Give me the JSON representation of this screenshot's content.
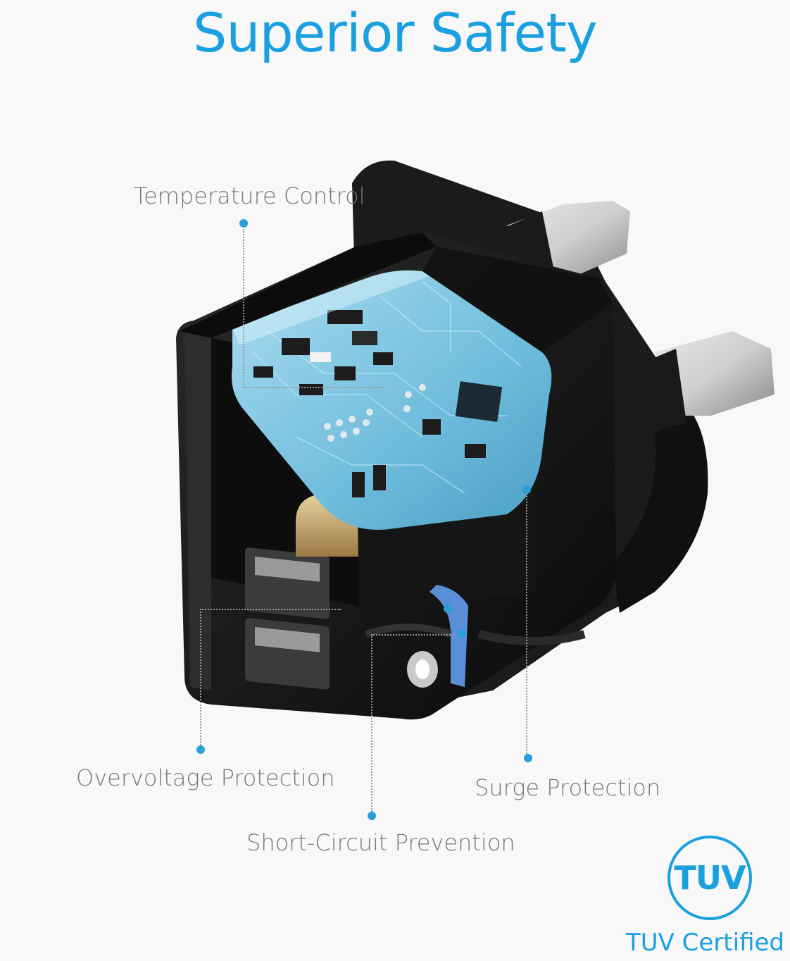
{
  "title": "Superior Safety",
  "labels": {
    "temperature": "Temperature Control",
    "overvoltage": "Overvoltage Protection",
    "surge": "Surge Protection",
    "short_circuit": "Short-Circuit Prevention"
  },
  "badge": {
    "text": "TUV",
    "caption": "TUV Certified"
  },
  "colors": {
    "accent": "#1aa0e0",
    "label_text": "#777777",
    "plug_body": "#141414",
    "circuit_board": "#7fc6e4"
  }
}
